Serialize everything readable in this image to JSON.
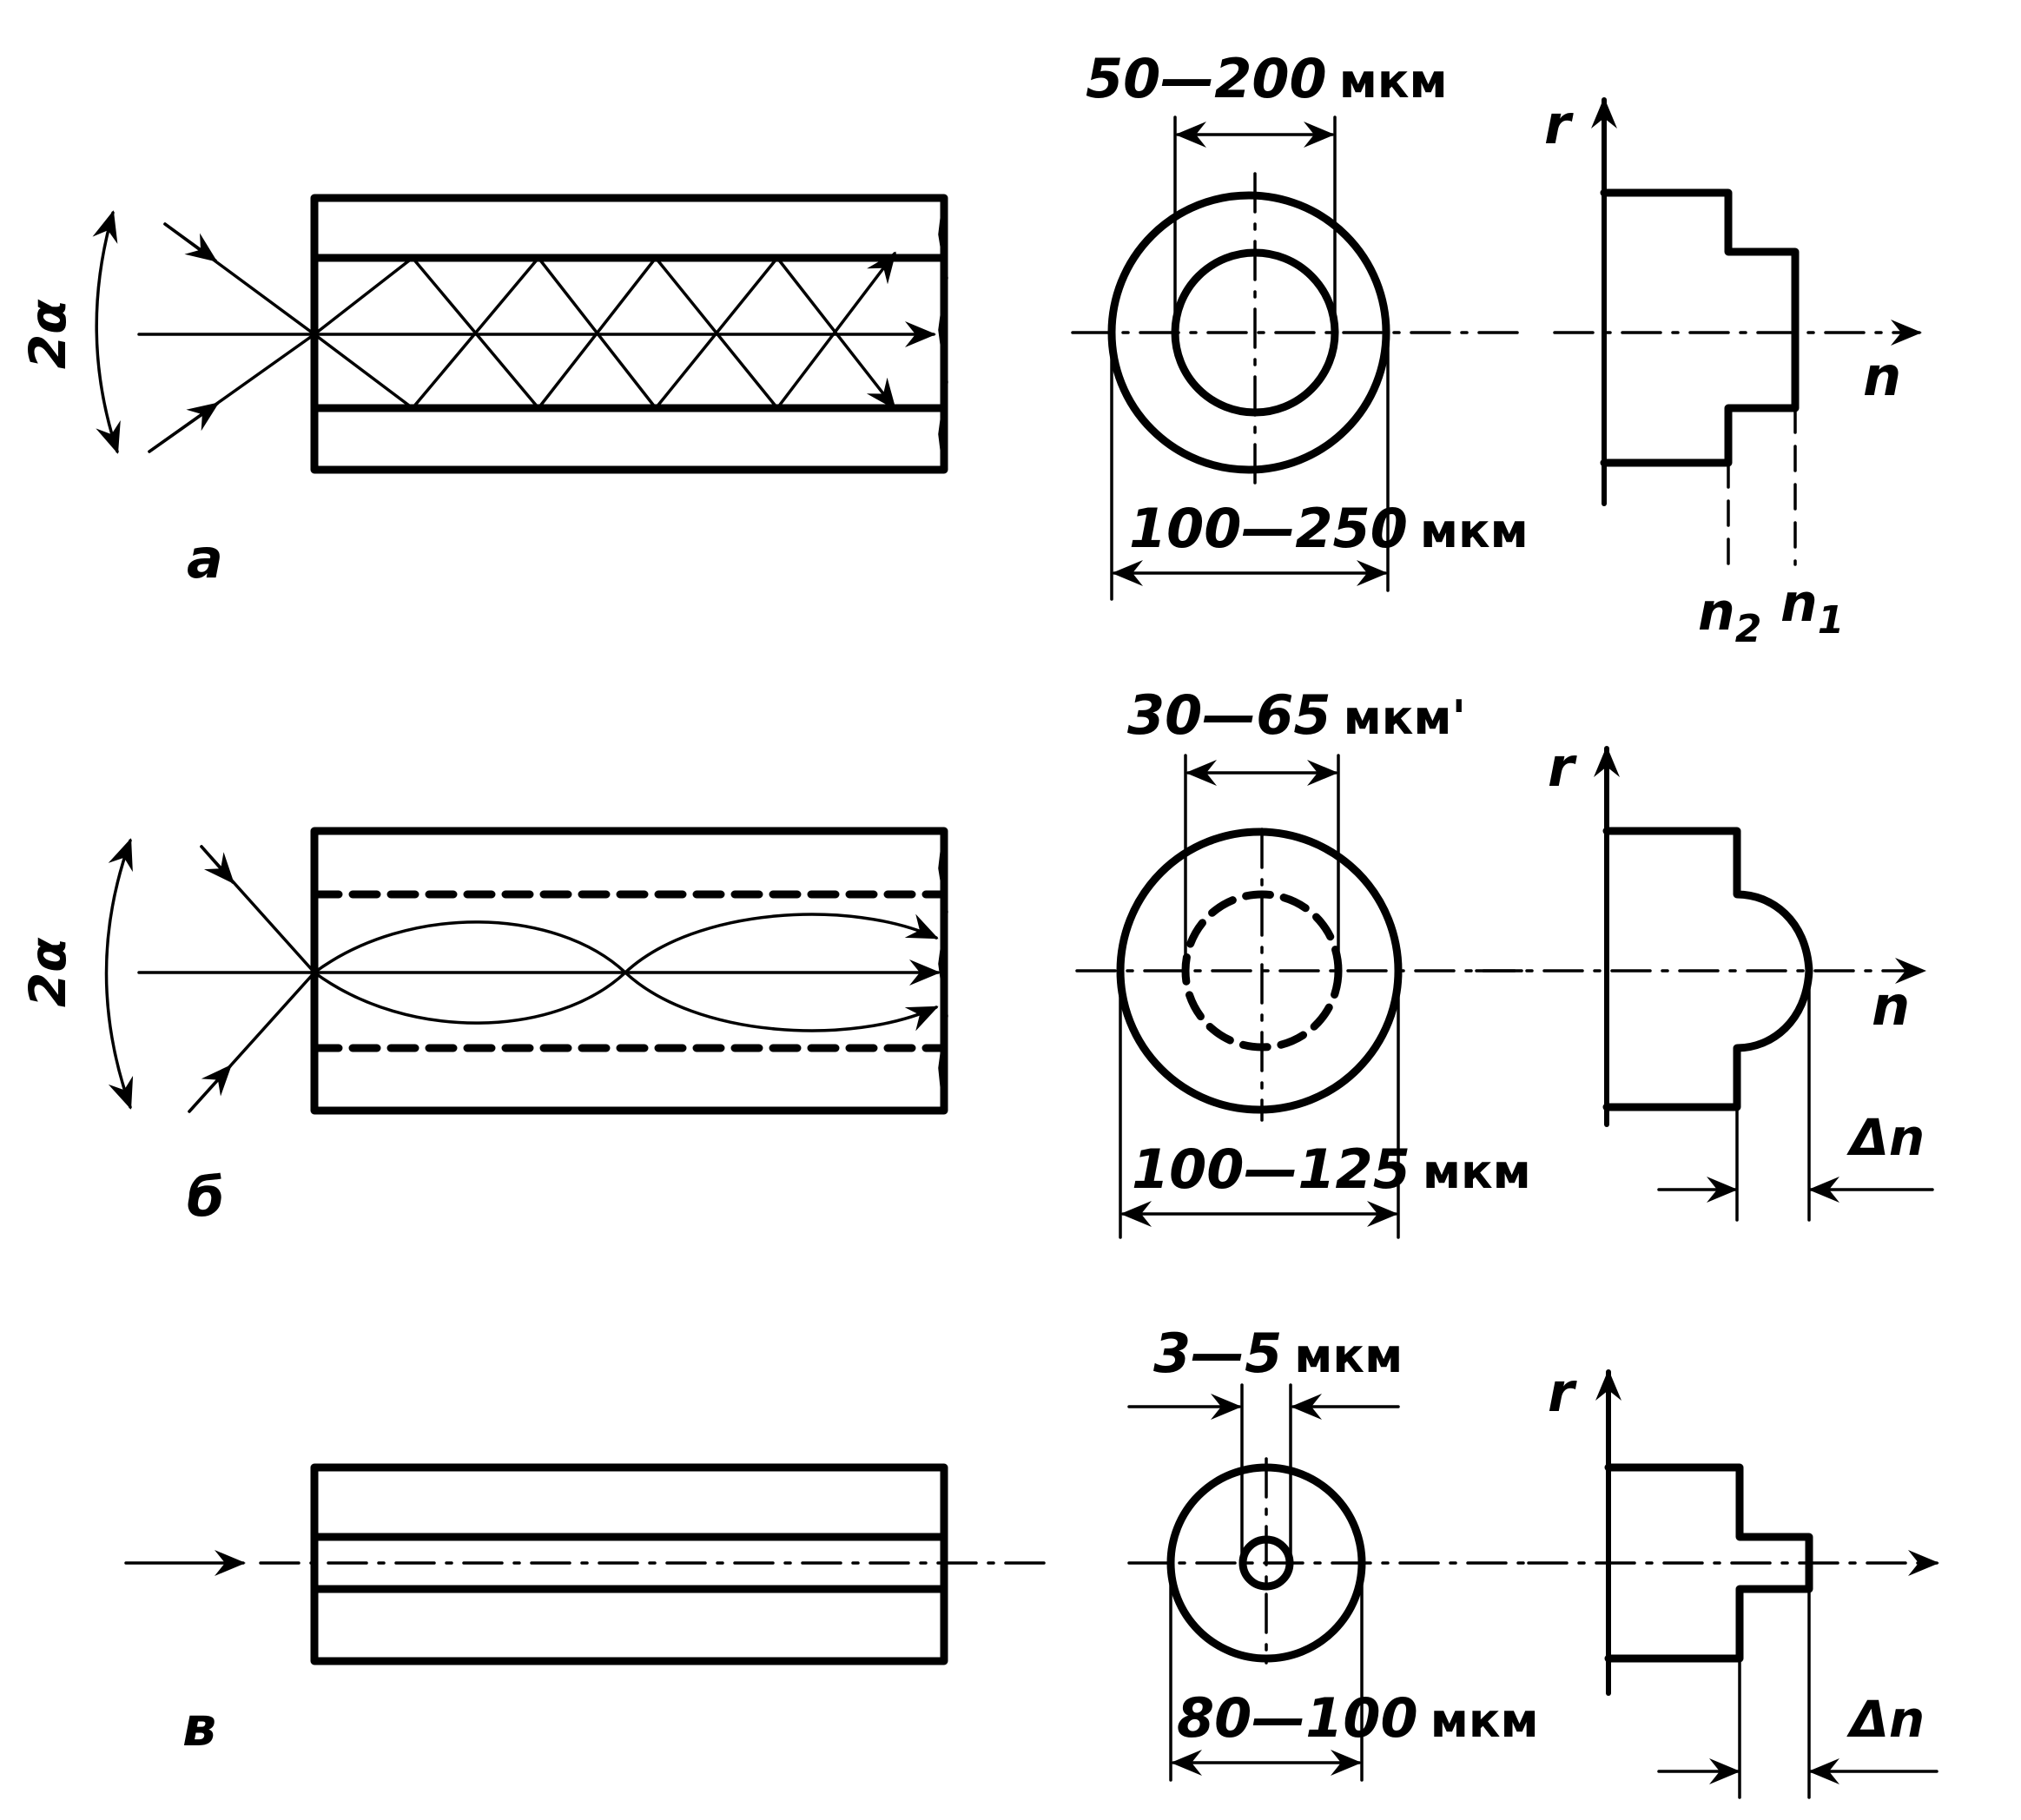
{
  "colors": {
    "ink": "#000000",
    "background": "#ffffff"
  },
  "panels": [
    {
      "letter": "а",
      "angle": "2α",
      "core": {
        "value": "50—200",
        "unit": "мкм"
      },
      "cladding": {
        "value": "100—250",
        "unit": "мкм"
      },
      "axis_r": "r",
      "axis_n": "n",
      "n2": {
        "base": "n",
        "sub": "2"
      },
      "n1": {
        "base": "n",
        "sub": "1"
      }
    },
    {
      "letter": "б",
      "angle": "2α",
      "core": {
        "value": "30—65",
        "unit": "мкм'"
      },
      "cladding": {
        "value": "100—125",
        "unit": "мкм"
      },
      "axis_r": "r",
      "axis_n": "n",
      "delta_n": "Δn"
    },
    {
      "letter": "в",
      "core": {
        "value": "3—5",
        "unit": "мкм"
      },
      "cladding": {
        "value": "80—100",
        "unit": "мкм"
      },
      "axis_r": "r",
      "delta_n": "Δn"
    }
  ]
}
